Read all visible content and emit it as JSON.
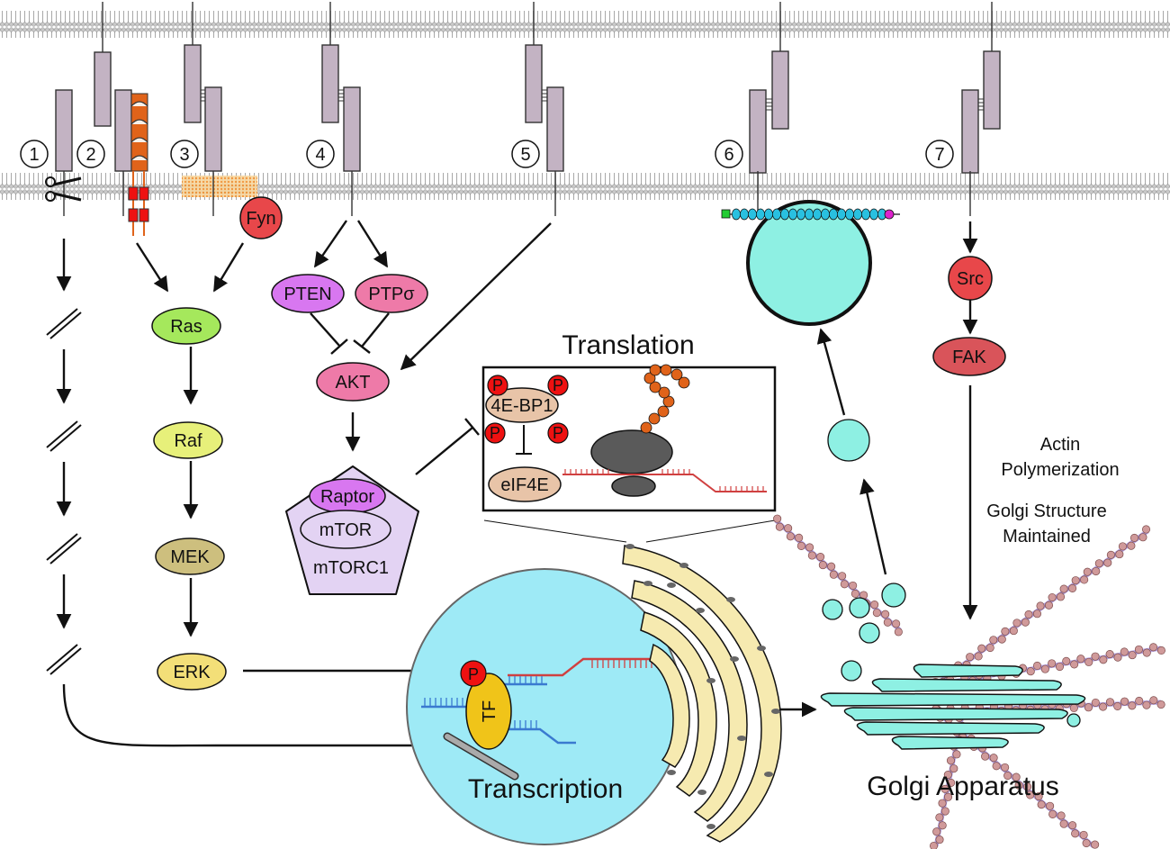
{
  "receptors": {
    "numbers": [
      "1",
      "2",
      "3",
      "4",
      "5",
      "6",
      "7"
    ]
  },
  "nodes": {
    "fyn": "Fyn",
    "ras": "Ras",
    "raf": "Raf",
    "mek": "MEK",
    "erk": "ERK",
    "pten": "PTEN",
    "ptp": "PTPσ",
    "akt": "AKT",
    "raptor": "Raptor",
    "mtor": "mTOR",
    "mtorc1": "mTORC1",
    "src": "Src",
    "fak": "FAK",
    "p": "P",
    "tf": "TF",
    "fourebp1": "4E-BP1",
    "eif4e": "eIF4E"
  },
  "labels": {
    "translation": "Translation",
    "transcription": "Transcription",
    "golgi": "Golgi Apparatus",
    "actin_line1": "Actin",
    "actin_line2": "Polymerization",
    "golgi_line1": "Golgi Structure",
    "golgi_line2": "Maintained"
  },
  "colors": {
    "membrane": "#9a9a9a",
    "receptor": "#c3b3c3",
    "fyn": "#e8474a",
    "ras": "#a5e85c",
    "raf": "#e7f07a",
    "mek": "#cdbf7e",
    "erk": "#f3df78",
    "pten": "#d877f0",
    "ptp": "#ee7aa8",
    "akt": "#ee7aa8",
    "mtorc1": "#e3d3f3",
    "src": "#e8474a",
    "fak": "#d9545a",
    "phospho": "#ee1111",
    "tf": "#f0c419",
    "nucleus": "#9eeaf6",
    "vesicle": "#8ef0e3",
    "golgi": "#8ef0e3",
    "er": "#f6eab0",
    "factor_4e": "#e8c4a8",
    "ribosome": "#5a5a5a",
    "polypeptide": "#e0631a",
    "mrna": "#d04040",
    "dna": "#3a7ad0",
    "actin": "#b07a7a"
  }
}
